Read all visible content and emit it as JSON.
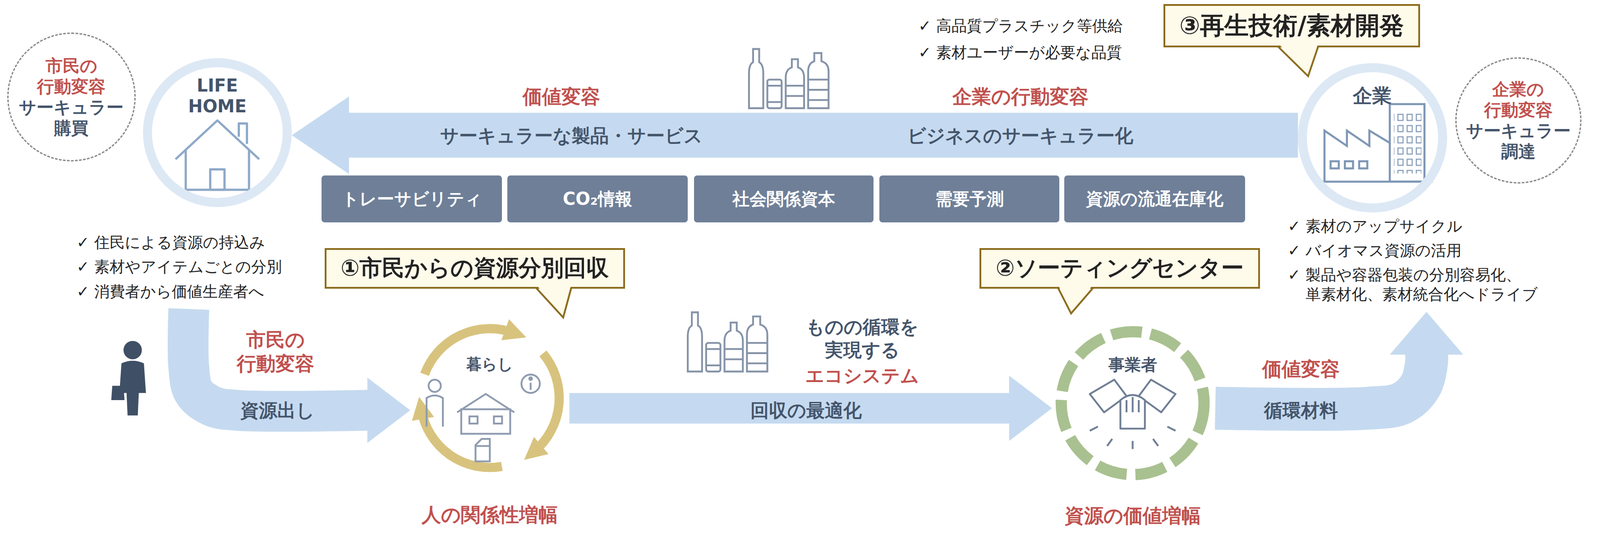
{
  "diagram": {
    "nodes": [
      {
        "text": [
          "市民の 行動変容",
          "サーキュラー 購買"
        ]
      },
      {
        "text": [
          "LIFE HOME"
        ]
      },
      {
        "text": [
          "③再生技術/素材開発"
        ]
      },
      {
        "text": [
          "企業"
        ]
      },
      {
        "text": [
          "企業の 行動変容",
          "サーキュラー 調達"
        ]
      },
      {
        "text": [
          "トレーサビリティ"
        ]
      },
      {
        "text": [
          "CO₂情報"
        ]
      },
      {
        "text": [
          "社会関係資本"
        ]
      },
      {
        "text": [
          "需要予測"
        ]
      },
      {
        "text": [
          "資源の流通在庫化"
        ]
      },
      {
        "text": [
          "①市民からの資源分別回収"
        ]
      },
      {
        "text": [
          "②ソーティングセンター"
        ]
      },
      {
        "text": [
          "暮らし",
          "人の関係性増幅"
        ]
      },
      {
        "text": [
          "事業者",
          "資源の価値増幅"
        ]
      }
    ],
    "edges": [
      {
        "from": 3,
        "to": 1,
        "label": "サーキュラーな製品・サービス",
        "arrow": "to"
      },
      {
        "from": 1,
        "to": 12,
        "label": "資源出し",
        "arrow": "to"
      },
      {
        "from": 12,
        "to": 13,
        "label": "回収の最適化",
        "arrow": "to"
      },
      {
        "from": 13,
        "to": 3,
        "label": "循環材料",
        "arrow": "to"
      }
    ],
    "labels": [
      "✓ 高品質プラスチック等供給",
      "✓ 素材ユーザーが必要な品質",
      "価値変容",
      "企業の行動変容",
      "ビジネスのサーキュラー化",
      "✓ 住民による資源の持込み",
      "✓ 素材やアイテムごとの分別",
      "✓ 消費者から価値生産者へ",
      "✓ 素材のアップサイクル",
      "✓ バイオマス資源の活用",
      "✓ 製品や容器包装の分別容易化、 単素材化、素材統合化へドライブ",
      "市民の 行動変容",
      "ものの循環を 実現する",
      "エコシステム",
      "価値変容"
    ]
  }
}
